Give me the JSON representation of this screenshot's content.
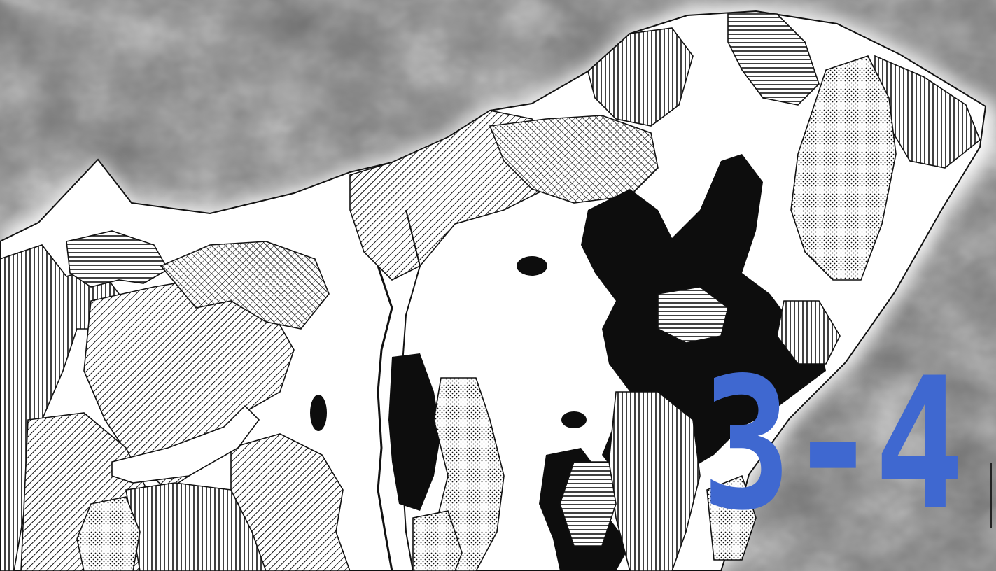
{
  "page": {
    "chapter_number": "3-4"
  },
  "map": {
    "background": "grayscale-aerial-photo",
    "land_fill": "#ffffff",
    "ink": "#111111",
    "legend_fills": [
      "diagonal-hatch",
      "vertical-hatch",
      "horizontal-hatch",
      "cross-hatch",
      "stipple",
      "solid-black"
    ]
  },
  "colors": {
    "accent": "#3f68d0",
    "photo_tone": "#7a7a7a"
  }
}
